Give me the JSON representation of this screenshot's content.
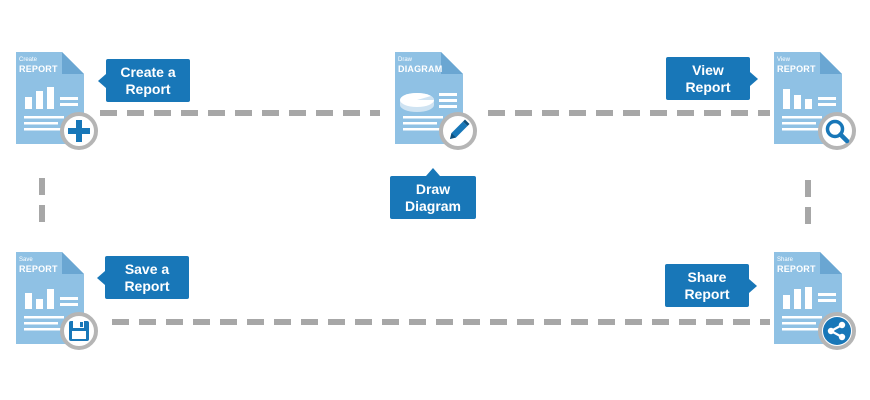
{
  "colors": {
    "doc_fill": "#8fc1e4",
    "doc_fold": "#6aa6d2",
    "doc_lines": "#ffffff",
    "badge_ring": "#b5b5b5",
    "badge_fill": "#ffffff",
    "accent_blue": "#1877b8",
    "connector": "#a7a7a7"
  },
  "nodes": {
    "create": {
      "small": "Create",
      "big": "REPORT",
      "label_line1": "Create a",
      "label_line2": "Report",
      "icon": "plus-icon"
    },
    "draw": {
      "small": "Draw",
      "big": "DIAGRAM",
      "label_line1": "Draw",
      "label_line2": "Diagram",
      "icon": "pencil-icon"
    },
    "view": {
      "small": "View",
      "big": "REPORT",
      "label_line1": "View",
      "label_line2": "Report",
      "icon": "magnifier-icon"
    },
    "save": {
      "small": "Save",
      "big": "REPORT",
      "label_line1": "Save a",
      "label_line2": "Report",
      "icon": "floppy-disk-icon"
    },
    "share": {
      "small": "Share",
      "big": "REPORT",
      "label_line1": "Share",
      "label_line2": "Report",
      "icon": "share-icon"
    }
  }
}
